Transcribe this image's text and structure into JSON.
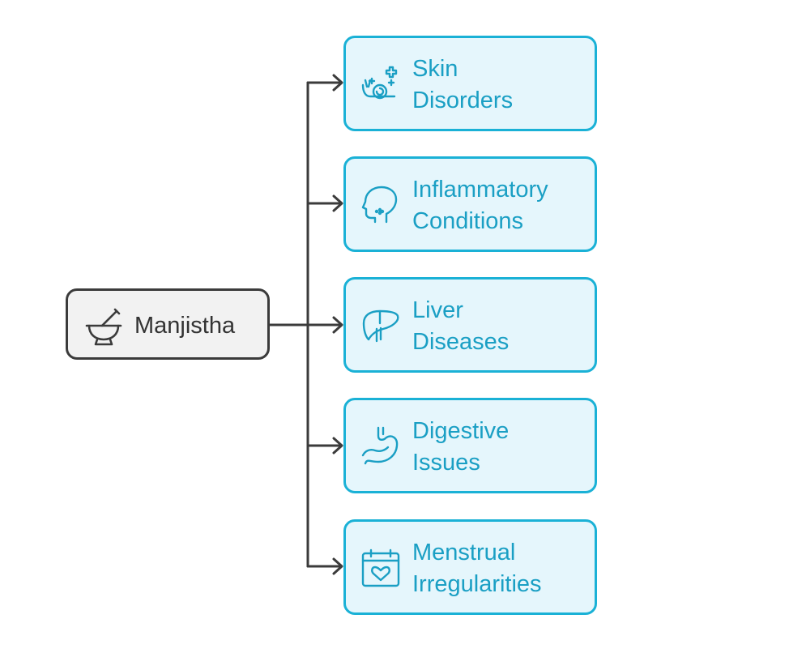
{
  "root": {
    "label": "Manjistha",
    "icon": "mortar-pestle-icon"
  },
  "children": [
    {
      "line1": "Skin",
      "line2": "Disorders",
      "icon": "snail-plus-icon"
    },
    {
      "line1": "Inflammatory",
      "line2": "Conditions",
      "icon": "head-profile-icon"
    },
    {
      "line1": "Liver",
      "line2": "Diseases",
      "icon": "liver-icon"
    },
    {
      "line1": "Digestive",
      "line2": "Issues",
      "icon": "stomach-icon"
    },
    {
      "line1": "Menstrual",
      "line2": "Irregularities",
      "icon": "calendar-heart-icon"
    }
  ],
  "colors": {
    "root_border": "#3b3b3b",
    "root_fill": "#f2f2f2",
    "child_border": "#1ab1d6",
    "child_fill": "#e5f6fc",
    "child_text": "#1a9fc4",
    "connector": "#3b3b3b"
  }
}
